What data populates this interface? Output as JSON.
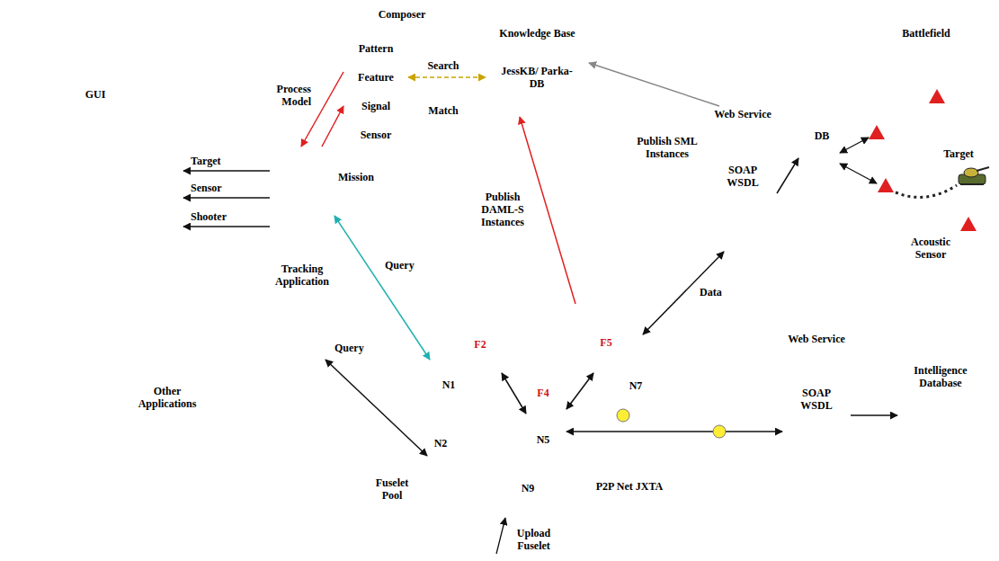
{
  "diagram": {
    "nodes": [
      {
        "text": [
          "Composer"
        ]
      },
      {
        "text": [
          "Pattern"
        ],
        "in": 0
      },
      {
        "text": [
          "Feature"
        ],
        "in": 0
      },
      {
        "text": [
          "Signal"
        ],
        "in": 0
      },
      {
        "text": [
          "Sensor"
        ],
        "in": 0
      },
      {
        "text": [
          "Knowledge Base",
          "JessKB/ Parka-DB"
        ],
        "in": 0
      },
      {
        "text": [
          "GUI"
        ]
      },
      {
        "text": [
          "Tracking Application"
        ]
      },
      {
        "text": [
          "Web Service",
          "SOAP WSDL"
        ]
      },
      {
        "text": [
          "DB"
        ]
      },
      {
        "text": [
          "Battlefield"
        ]
      },
      {
        "text": [
          "Fuselet Pool",
          "P2P Net JXTA"
        ]
      },
      {
        "text": [
          "F2",
          "N1"
        ],
        "in": 11
      },
      {
        "text": [
          "F4",
          "N5"
        ],
        "in": 11
      },
      {
        "text": [
          "F5",
          "N7"
        ],
        "in": 11
      },
      {
        "text": [
          "N2"
        ],
        "in": 11
      },
      {
        "text": [
          "N9"
        ],
        "in": 11
      },
      {
        "text": [
          "Other Applications"
        ]
      },
      {
        "text": [
          "Web Service",
          "SOAP WSDL"
        ]
      },
      {
        "text": [
          "Intelligence Database"
        ]
      }
    ],
    "edges": [
      {
        "from": 7,
        "to": 6,
        "arrow": "to",
        "label": "Target"
      },
      {
        "from": 7,
        "to": 6,
        "arrow": "to",
        "label": "Sensor"
      },
      {
        "from": 7,
        "to": 6,
        "arrow": "to",
        "label": "Shooter"
      },
      {
        "from": 2,
        "to": 7,
        "arrow": "to",
        "label": "Process Model"
      },
      {
        "from": 7,
        "to": 3,
        "arrow": "to",
        "label": "Mission"
      },
      {
        "from": 2,
        "to": 5,
        "arrow": "both",
        "label": "Search"
      },
      {
        "from": 12,
        "to": 7,
        "arrow": "both",
        "label": "Query"
      },
      {
        "from": 11,
        "to": 5,
        "arrow": "to",
        "label": "Publish DAML-S Instances"
      },
      {
        "from": 8,
        "to": 5,
        "arrow": "to"
      },
      {
        "from": 14,
        "to": 8,
        "arrow": "both",
        "label": "Data"
      },
      {
        "from": 8,
        "to": 9,
        "arrow": "to"
      },
      {
        "from": 12,
        "to": 13,
        "arrow": "both"
      },
      {
        "from": 13,
        "to": 14,
        "arrow": "both"
      },
      {
        "from": 13,
        "to": 18,
        "arrow": "both"
      },
      {
        "from": 18,
        "to": 19,
        "arrow": "to"
      },
      {
        "from": 17,
        "to": 15,
        "arrow": "both",
        "label": "Query"
      }
    ],
    "labels": [
      "Match",
      "Publish SML Instances",
      "Target",
      "Acoustic Sensor",
      "Upload Fuselet"
    ]
  }
}
